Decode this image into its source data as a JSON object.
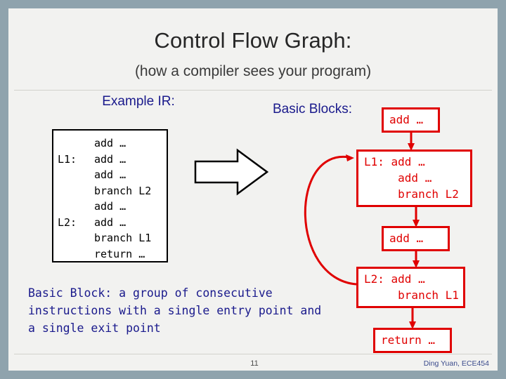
{
  "slide": {
    "title": "Control Flow Graph:",
    "subtitle": "(how a compiler sees your program)",
    "page_number": "11",
    "credit": "Ding Yuan, ECE454"
  },
  "labels": {
    "example_ir": "Example IR:",
    "basic_blocks": "Basic Blocks:"
  },
  "ir_listing": {
    "lines": [
      {
        "label": "",
        "text": "add …"
      },
      {
        "label": "L1:",
        "text": "add …"
      },
      {
        "label": "",
        "text": "add …"
      },
      {
        "label": "",
        "text": "branch L2"
      },
      {
        "label": "",
        "text": "add …"
      },
      {
        "label": "L2:",
        "text": "add …"
      },
      {
        "label": "",
        "text": "branch L1"
      },
      {
        "label": "",
        "text": "return …"
      }
    ]
  },
  "basic_blocks": [
    {
      "id": "bb1",
      "text": "add …"
    },
    {
      "id": "bb2",
      "text": "L1: add …\n     add …\n     branch L2"
    },
    {
      "id": "bb3",
      "text": "add …"
    },
    {
      "id": "bb4",
      "text": "L2: add …\n     branch L1"
    },
    {
      "id": "bb5",
      "text": "return …"
    }
  ],
  "note": {
    "text": "Basic Block: a group of consecutive\ninstructions with a single entry point\nand a single exit point"
  },
  "colors": {
    "title": "#262626",
    "heading_blue": "#1a1a8c",
    "block_red": "#e00000",
    "slide_bg": "#f2f2f0",
    "page_bg": "#8fa3ad"
  },
  "icons": {
    "block_arrow": "right-block-arrow-icon"
  }
}
